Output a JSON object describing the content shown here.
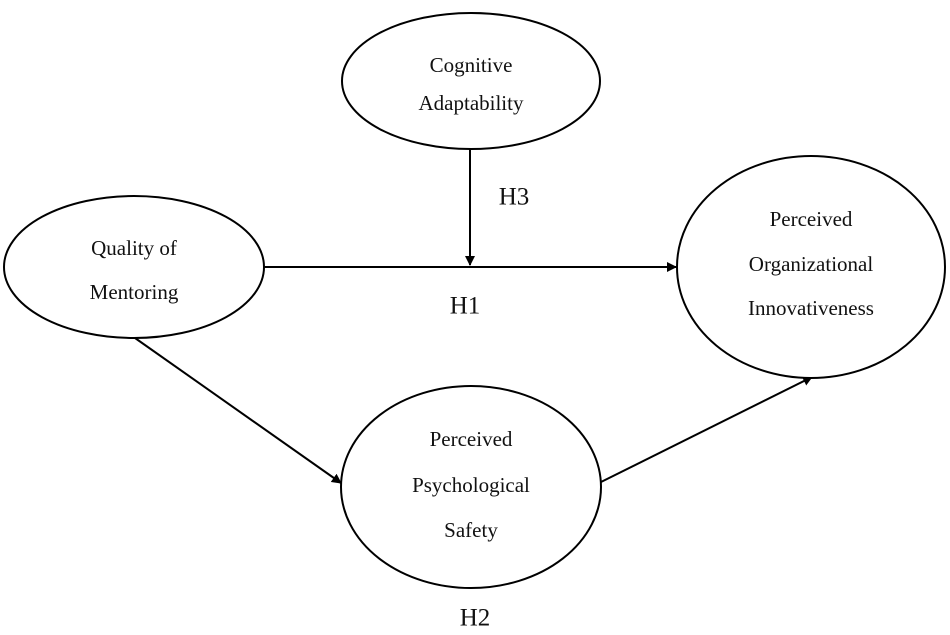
{
  "nodes": {
    "cognitive_adaptability": {
      "line1": "Cognitive",
      "line2": "Adaptability"
    },
    "quality_of_mentoring": {
      "line1": "Quality of",
      "line2": "Mentoring"
    },
    "perceived_organizational_innovativeness": {
      "line1": "Perceived",
      "line2": "Organizational",
      "line3": "Innovativeness"
    },
    "perceived_psychological_safety": {
      "line1": "Perceived",
      "line2": "Psychological",
      "line3": "Safety"
    }
  },
  "hypotheses": {
    "h1": "H1",
    "h2": "H2",
    "h3": "H3"
  },
  "edges": [
    {
      "from": "quality_of_mentoring",
      "to": "perceived_organizational_innovativeness",
      "label": "H1"
    },
    {
      "from": "quality_of_mentoring",
      "to": "perceived_psychological_safety",
      "label": "H2"
    },
    {
      "from": "perceived_psychological_safety",
      "to": "perceived_organizational_innovativeness",
      "label": "H2"
    },
    {
      "from": "cognitive_adaptability",
      "to": "h1_path",
      "label": "H3"
    }
  ],
  "colors": {
    "stroke": "#000000",
    "fill": "#ffffff",
    "text": "#111111"
  }
}
